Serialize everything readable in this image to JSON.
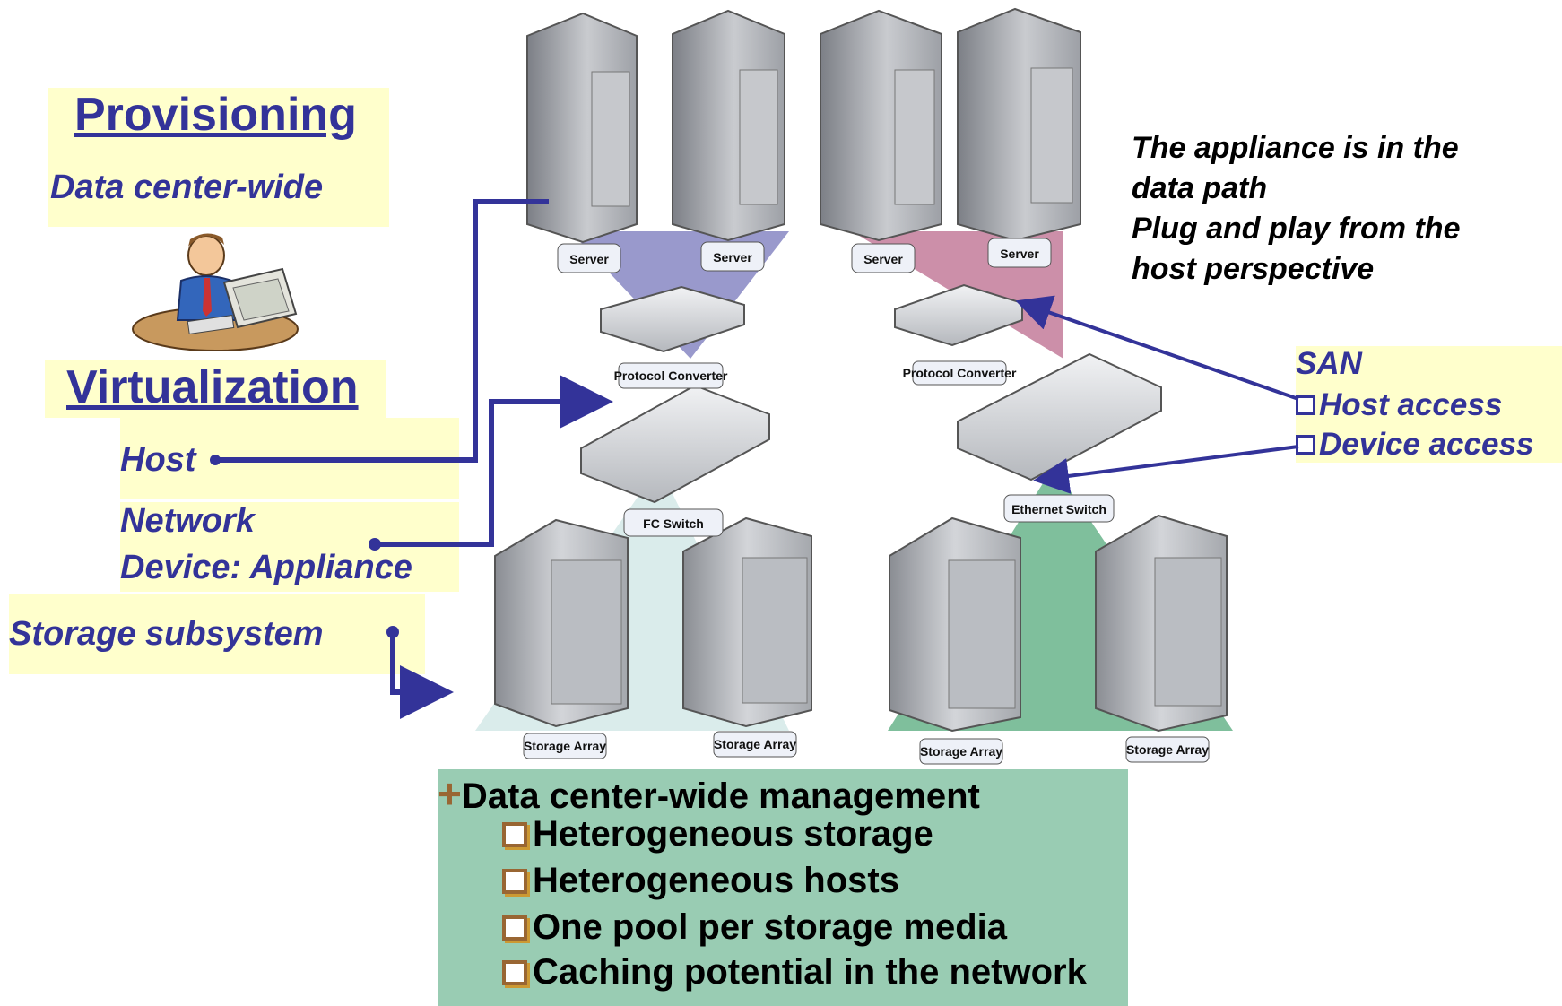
{
  "left_panel": {
    "provisioning_title": "Provisioning",
    "provisioning_sub": "Data center-wide",
    "virtualization_title": "Virtualization",
    "host": "Host",
    "network": "Network",
    "device_appliance": "Device: Appliance",
    "storage_subsystem": "Storage subsystem"
  },
  "note": {
    "line1": "The appliance is in the",
    "line2": "data path",
    "line3": "Plug and play from the",
    "line4": "host perspective"
  },
  "san": {
    "title": "SAN",
    "host_access": "Host access",
    "device_access": "Device access"
  },
  "diagram_labels": {
    "server": "Server",
    "protocol_converter": "Protocol Converter",
    "fc_switch": "FC Switch",
    "ethernet_switch": "Ethernet Switch",
    "storage_array": "Storage Array"
  },
  "benefits": {
    "heading": "Data center-wide management",
    "items": [
      "Heterogeneous storage",
      "Heterogeneous hosts",
      "One pool per storage media",
      "Caching potential in the network"
    ]
  },
  "colors": {
    "accent_blue": "#333399",
    "highlight_yellow": "#ffffcc",
    "benefits_green": "#99ccb3",
    "bullet_brown": "#996633"
  }
}
